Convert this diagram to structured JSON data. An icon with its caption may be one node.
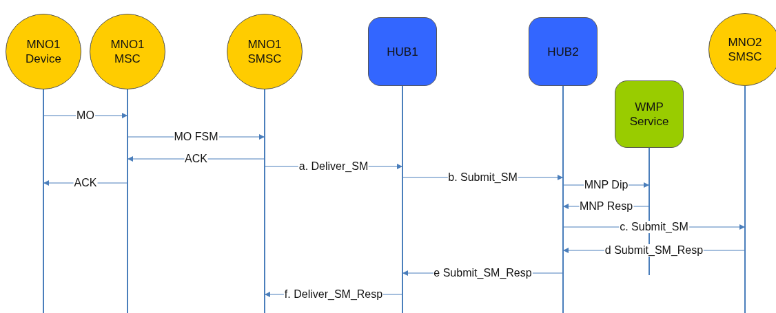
{
  "diagram": {
    "nodes": [
      {
        "text": [
          "MNO1 Device"
        ]
      },
      {
        "text": [
          "MNO1 MSC"
        ]
      },
      {
        "text": [
          "MNO1 SMSC"
        ]
      },
      {
        "text": [
          "HUB1"
        ]
      },
      {
        "text": [
          "HUB2"
        ]
      },
      {
        "text": [
          "WMP Service"
        ]
      },
      {
        "text": [
          "MNO2 SMSC"
        ]
      }
    ],
    "edges": [
      {
        "from": 0,
        "to": 1,
        "arrow": "to",
        "label": "MO"
      },
      {
        "from": 1,
        "to": 2,
        "arrow": "to",
        "label": "MO FSM"
      },
      {
        "from": 2,
        "to": 1,
        "arrow": "to",
        "label": "ACK"
      },
      {
        "from": 2,
        "to": 3,
        "arrow": "to",
        "label": "a. Deliver_SM"
      },
      {
        "from": 3,
        "to": 4,
        "arrow": "to",
        "label": "b. Submit_SM"
      },
      {
        "from": 1,
        "to": 0,
        "arrow": "to",
        "label": "ACK"
      },
      {
        "from": 4,
        "to": 5,
        "arrow": "to",
        "label": "MNP Dip"
      },
      {
        "from": 5,
        "to": 4,
        "arrow": "to",
        "label": "MNP Resp"
      },
      {
        "from": 4,
        "to": 6,
        "arrow": "to",
        "label": "c. Submit_SM"
      },
      {
        "from": 6,
        "to": 4,
        "arrow": "to",
        "label": "d Submit_SM_Resp"
      },
      {
        "from": 4,
        "to": 3,
        "arrow": "to",
        "label": "e Submit_SM_Resp"
      },
      {
        "from": 3,
        "to": 2,
        "arrow": "to",
        "label": "f. Deliver_SM_Resp"
      }
    ]
  }
}
